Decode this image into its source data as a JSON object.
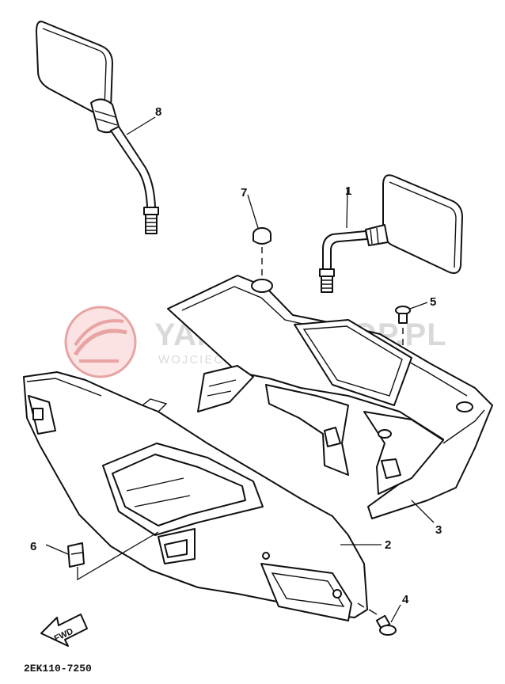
{
  "diagram": {
    "catalog_code": "2EK110-7250",
    "direction_label": "FWD",
    "watermark": {
      "brand": "YAMAHA-SHOP.PL",
      "tagline": "WOJCIECHOWSKI SKLEP YAMAHA"
    },
    "callouts": [
      {
        "id": "1",
        "label": "1"
      },
      {
        "id": "2",
        "label": "2"
      },
      {
        "id": "3",
        "label": "3"
      },
      {
        "id": "4",
        "label": "4"
      },
      {
        "id": "5",
        "label": "5"
      },
      {
        "id": "6",
        "label": "6"
      },
      {
        "id": "7",
        "label": "7"
      },
      {
        "id": "8",
        "label": "8"
      }
    ],
    "colors": {
      "line": "#111111",
      "watermark_red": "#e8a3a3",
      "watermark_grey": "#d9d9d9"
    }
  }
}
